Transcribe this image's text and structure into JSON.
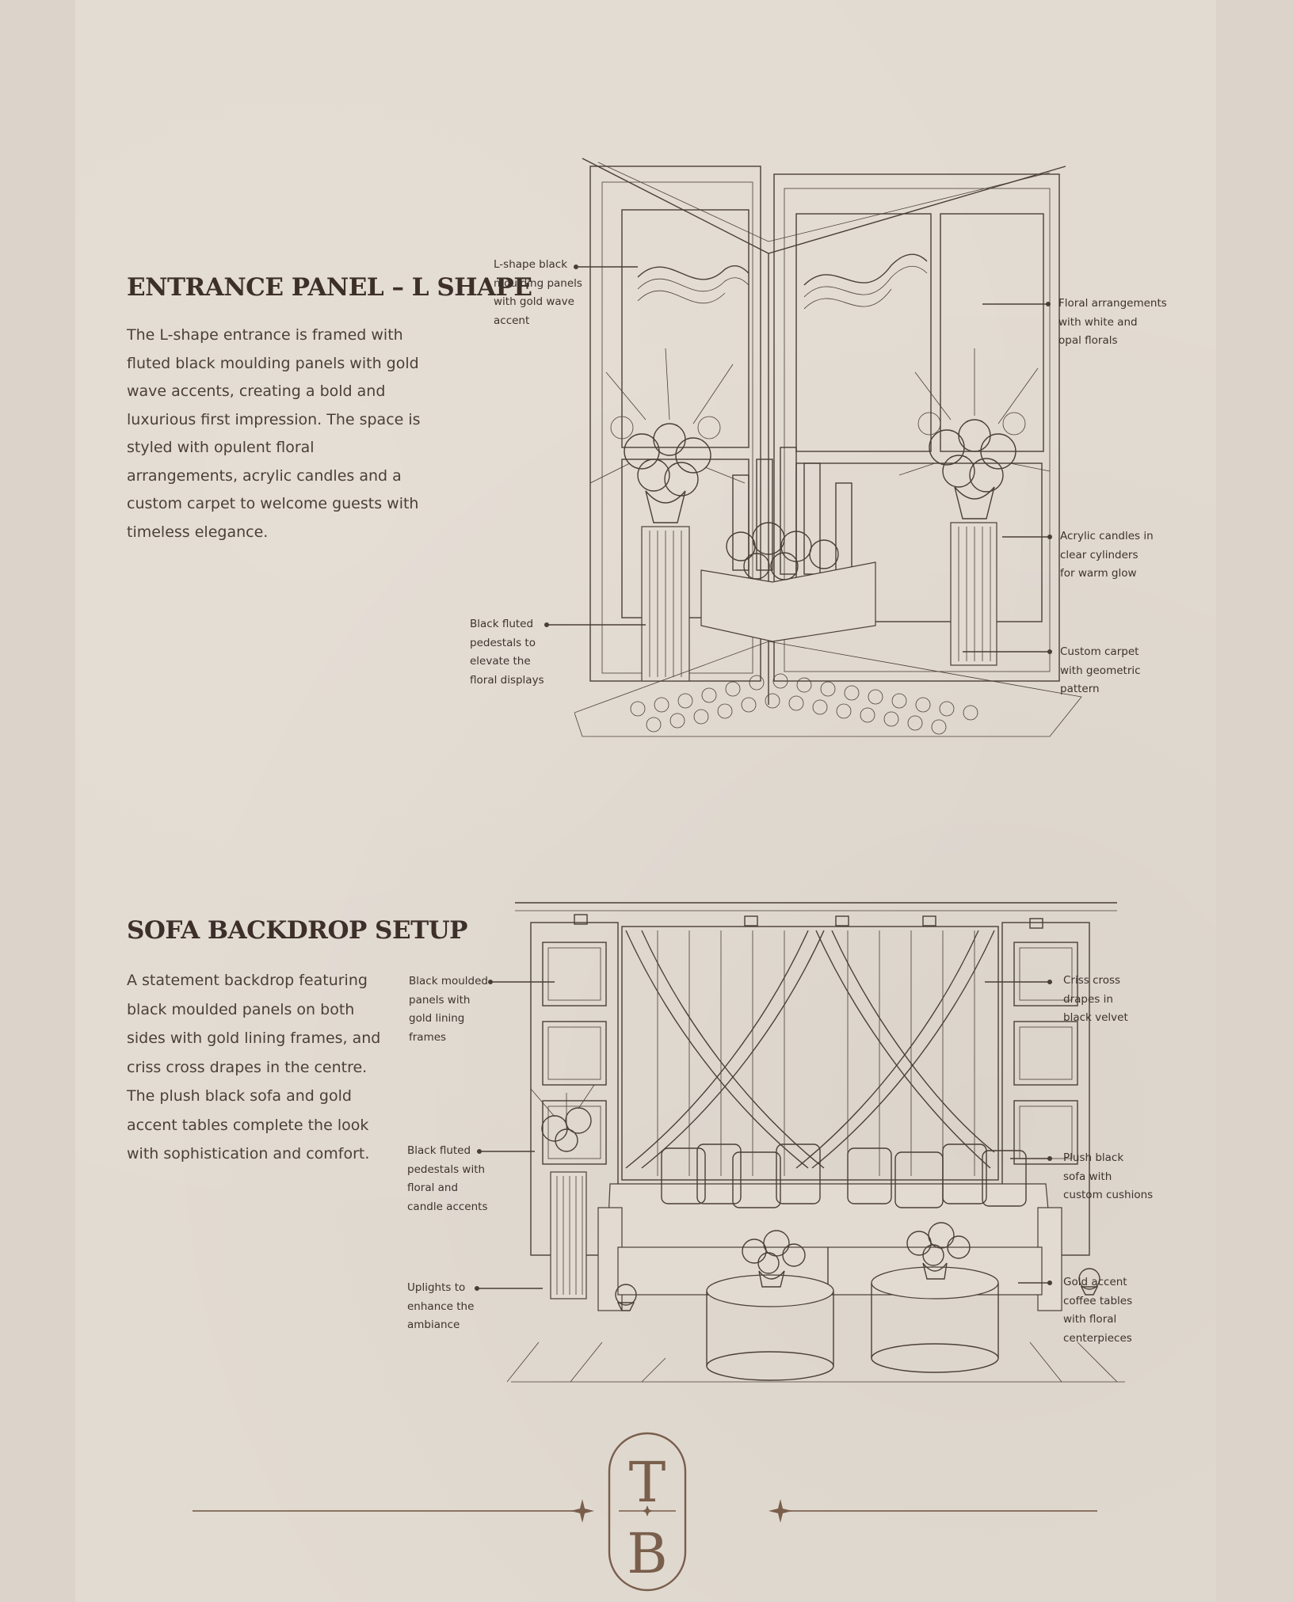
{
  "sections": {
    "entrance": {
      "title": "ENTRANCE PANEL – L SHAPE",
      "body": "The L-shape entrance is framed with fluted black moulding panels with gold wave accents, creating a bold and luxurious first impression. The space is styled with opulent floral arrangements, acrylic candles and a custom carpet to welcome guests with timeless elegance.",
      "callouts": {
        "moulding": [
          "L-shape black",
          "moulding panels",
          "with gold wave",
          "accent"
        ],
        "floral": [
          "Floral arrangements",
          "with white and",
          "opal florals"
        ],
        "candles": [
          "Acrylic candles in",
          "clear cylinders",
          "for warm glow"
        ],
        "pedestals": [
          "Black fluted",
          "pedestals to",
          "elevate the",
          "floral displays"
        ],
        "carpet": [
          "Custom carpet",
          "with geometric",
          "pattern"
        ]
      }
    },
    "sofa": {
      "title": "SOFA BACKDROP SETUP",
      "body": "A statement backdrop featuring black moulded panels on both sides with gold lining frames, and criss cross drapes in the centre. The plush black sofa and gold accent tables complete the look with sophistication and comfort.",
      "callouts": {
        "panels": [
          "Black moulded",
          "panels with",
          "gold lining",
          "frames"
        ],
        "drapes": [
          "Criss cross",
          "drapes in",
          "black velvet"
        ],
        "pedestals": [
          "Black fluted",
          "pedestals with",
          "floral and",
          "candle accents"
        ],
        "sofa": [
          "Plush black",
          "sofa with",
          "custom cushions"
        ],
        "uplights": [
          "Uplights to",
          "enhance the",
          "ambiance"
        ],
        "tables": [
          "Gold accent",
          "coffee tables",
          "with floral",
          "centerpieces"
        ]
      }
    }
  },
  "footer": {
    "monogram_top": "T",
    "monogram_bottom": "B"
  },
  "colors": {
    "background": "#e2dbd1",
    "ink": "#3d2f29",
    "accent": "#8a7462"
  }
}
